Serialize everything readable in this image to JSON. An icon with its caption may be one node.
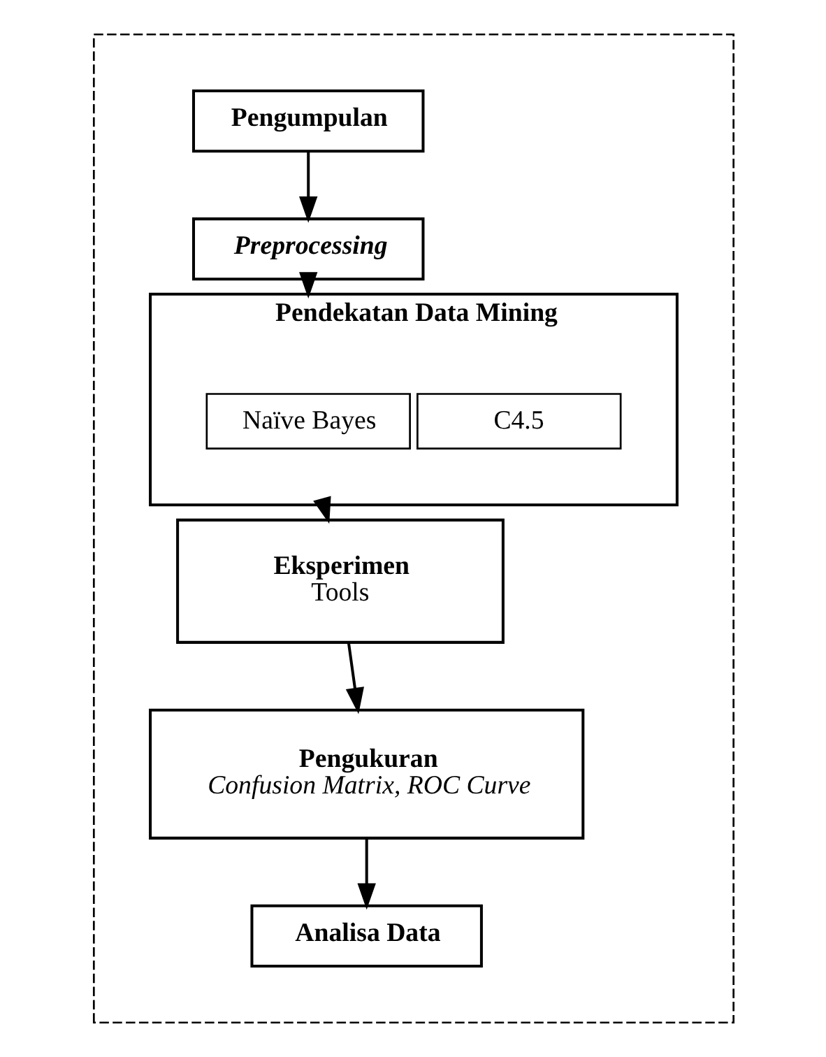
{
  "diagram": {
    "nodes": [
      {
        "text": [],
        "shape": "box"
      },
      {
        "text": [
          "Pengumpulan"
        ],
        "in": 0
      },
      {
        "text": [
          "Preprocessing"
        ],
        "in": 0
      },
      {
        "text": [
          "Pendekatan Data Mining"
        ],
        "in": 0
      },
      {
        "text": [
          "Naïve Bayes"
        ],
        "in": 3
      },
      {
        "text": [
          "C4.5"
        ],
        "in": 3
      },
      {
        "text": [
          "Eksperimen",
          "Tools"
        ],
        "in": 0
      },
      {
        "text": [
          "Pengukuran",
          "Confusion Matrix, ROC Curve"
        ],
        "in": 0
      },
      {
        "text": [
          "Analisa Data"
        ],
        "in": 0
      }
    ],
    "edges": [
      {
        "from": 1,
        "to": 2,
        "arrow": "to"
      },
      {
        "from": 2,
        "to": 3,
        "arrow": "to"
      },
      {
        "from": 3,
        "to": 6,
        "arrow": "to"
      },
      {
        "from": 6,
        "to": 7,
        "arrow": "to"
      },
      {
        "from": 7,
        "to": 8,
        "arrow": "to"
      }
    ]
  }
}
